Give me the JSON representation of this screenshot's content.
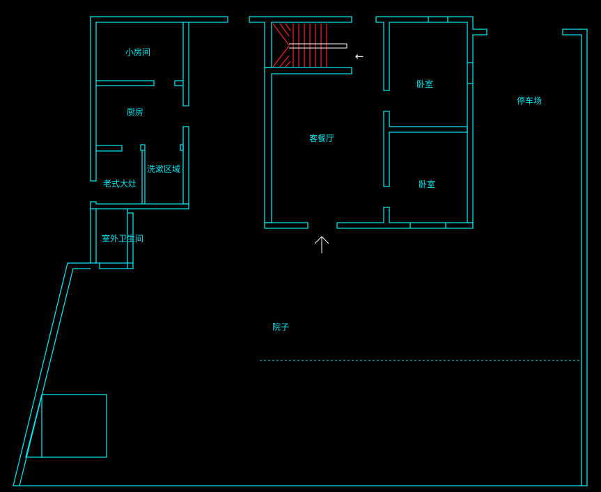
{
  "colors": {
    "background": "#000000",
    "wall": "#00e5ee",
    "stair": "#ff2020",
    "stair_handrail": "#ffffff",
    "label": "#00e5ee",
    "arrow": "#ffffff"
  },
  "rooms": {
    "small_room": "小房间",
    "kitchen": "厨房",
    "laundry_area": "洗漱区域",
    "old_stove": "老式大灶",
    "outdoor_toilet": "室外卫生间",
    "living_dining": "客餐厅",
    "bedroom_upper": "卧室",
    "bedroom_lower": "卧室",
    "parking": "停车场",
    "yard": "院子"
  },
  "arrows": {
    "stair_entry": "←"
  }
}
